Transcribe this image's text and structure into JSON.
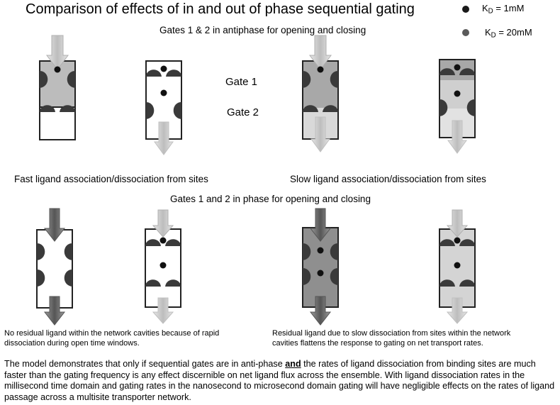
{
  "title": "Comparison of effects of in and out of phase sequential gating",
  "legend": {
    "kd1": {
      "prefix": "K",
      "subscript": "D",
      "value": " = 1mM",
      "color": "#1a1a1a"
    },
    "kd2": {
      "prefix": "K",
      "subscript": "D",
      "value": " = 20mM",
      "color": "#555555"
    }
  },
  "section_top": "Gates 1 & 2 in antiphase for opening and closing",
  "gate1_label": "Gate 1",
  "gate2_label": "Gate 2",
  "caption_fast": "Fast ligand association/dissociation from sites",
  "caption_slow": "Slow ligand association/dissociation from sites",
  "section_bottom": "Gates 1 and 2  in phase for opening and closing",
  "note_left": "No residual ligand  within the network cavities  because of rapid dissociation during open time windows.",
  "note_right": "Residual ligand due to slow dissociation from sites within the network cavities  flattens the response to  gating on net  transport rates.",
  "body": {
    "part1": "The model demonstrates that  only if sequential gates are in anti-phase ",
    "emph": "and",
    "part2": " the rates of ligand dissociation  from binding sites are much faster than the gating frequency is any effect discernible  on net ligand flux across the ensemble.    With   ligand dissociation rates   in the millisecond time domain and gating rates in the nanosecond to microsecond domain gating will have negligible effects on the rates of ligand passage across a multisite transporter network."
  },
  "colors": {
    "site": "#3a3a3a",
    "ligand": "#111111",
    "shade_light": "#c8c8c8",
    "shade_mid": "#a9a9a9",
    "shade_dark": "#8a8a8a",
    "shade_pale": "#e6e6e6",
    "arrow_light": "#c9c9c9",
    "arrow_dark": "#707070"
  }
}
